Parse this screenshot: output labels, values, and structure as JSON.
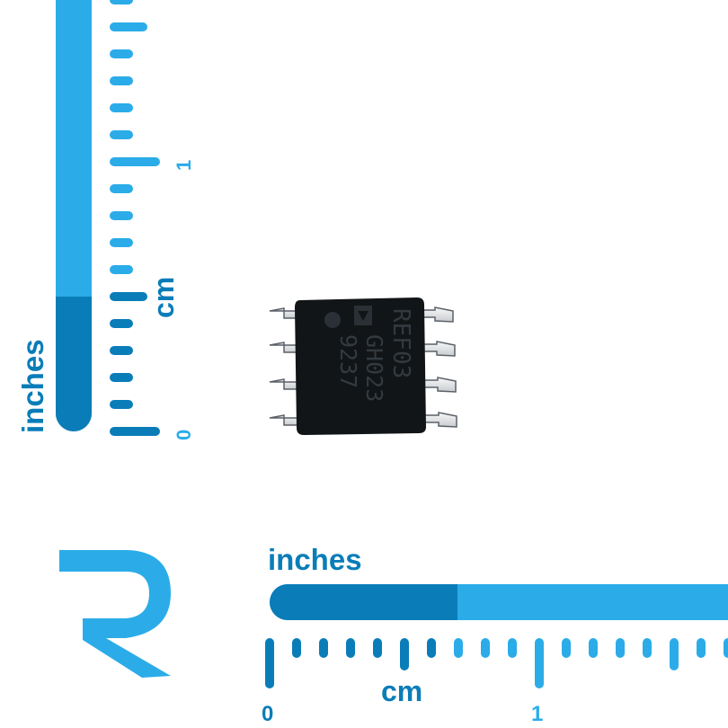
{
  "colors": {
    "light_blue": "#2BACE8",
    "dark_blue": "#0A7DB8",
    "chip_body": "#121517",
    "chip_text": "#323a40",
    "lead": "#e7e9ec"
  },
  "vertical_ruler": {
    "units_label": "inches",
    "cm_label": "cm",
    "tick_labels": [
      "0",
      "1"
    ]
  },
  "horizontal_ruler": {
    "units_label": "inches",
    "cm_label": "cm",
    "tick_labels": [
      "0",
      "1"
    ]
  },
  "chip": {
    "marking_lines": [
      "REF03",
      "GH023",
      "9237"
    ]
  },
  "logo": {
    "icon": "r-logo-icon"
  }
}
